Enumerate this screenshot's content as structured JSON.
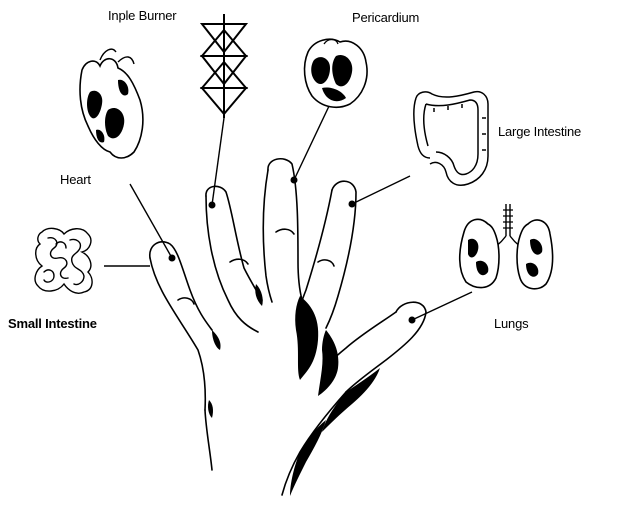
{
  "colors": {
    "ink": "#000000",
    "paper": "#ffffff"
  },
  "labels": {
    "triple_burner": "Inple Burner",
    "pericardium": "Pericardium",
    "large_intestine": "Large Intestine",
    "heart": "Heart",
    "small_intestine": "Small Intestine",
    "lungs": "Lungs"
  },
  "icons": {
    "hand": "hand-illustration-icon",
    "triple_burner": "triple-triangle-icon",
    "pericardium": "pericardium-organ-icon",
    "heart": "heart-organ-icon",
    "large_intestine": "large-intestine-icon",
    "small_intestine": "small-intestine-icon",
    "lungs": "lungs-icon"
  }
}
